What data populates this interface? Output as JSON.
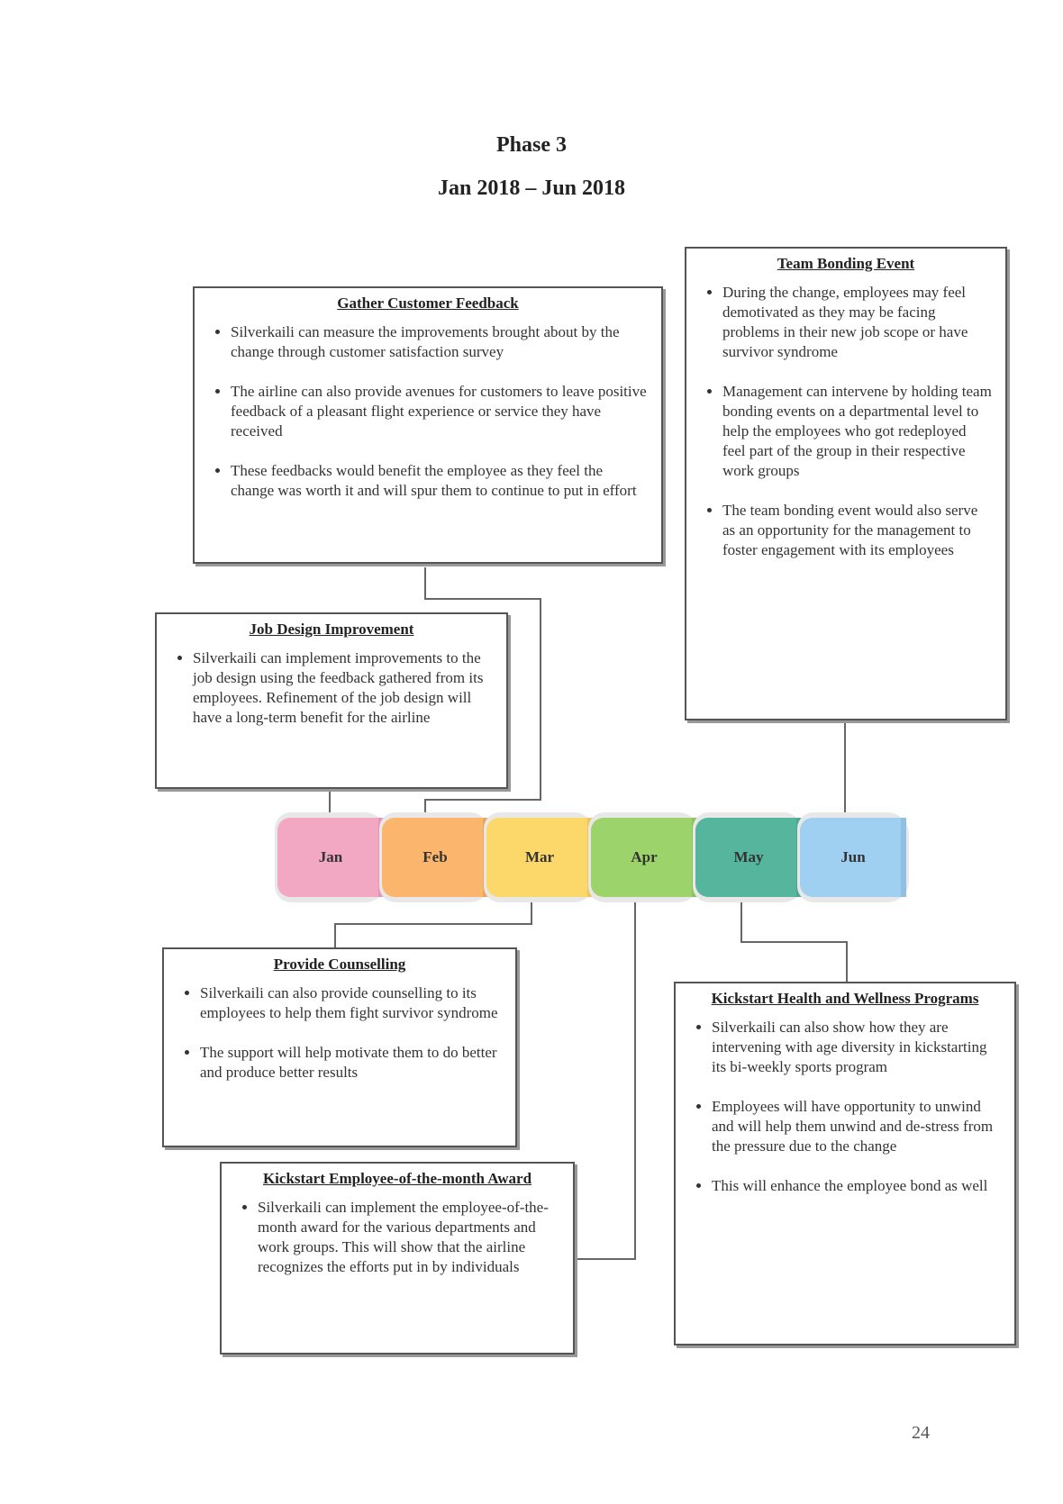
{
  "page": {
    "phase_title": "Phase 3",
    "period": "Jan 2018 – Jun 2018",
    "page_number": "24"
  },
  "timeline": {
    "months": [
      {
        "label": "Jan",
        "color": "#f2a7c3"
      },
      {
        "label": "Feb",
        "color": "#fbb56c"
      },
      {
        "label": "Mar",
        "color": "#fcd86a"
      },
      {
        "label": "Apr",
        "color": "#9dd36b"
      },
      {
        "label": "May",
        "color": "#56b69d"
      },
      {
        "label": "Jun",
        "color": "#9fd0f2"
      }
    ]
  },
  "boxes": {
    "customer_feedback": {
      "title": "Gather Customer Feedback",
      "bullets": [
        "Silverkaili can measure the improvements brought about by the change through customer satisfaction survey",
        "The airline can also provide avenues for customers to leave positive feedback of a pleasant flight experience or service they have received",
        "These feedbacks would benefit the employee as they feel the change was worth it and will spur them to continue to put in effort"
      ]
    },
    "team_bonding": {
      "title": "Team Bonding Event",
      "bullets": [
        "During the change, employees may feel demotivated as they may be facing problems in their new job scope or have survivor syndrome",
        "Management can intervene by holding team bonding events on a departmental level to help the employees who got redeployed feel part of the group in their respective work groups",
        "The team bonding event would also serve as an opportunity for the management to foster engagement with its employees"
      ]
    },
    "job_design": {
      "title": "Job Design Improvement",
      "bullets": [
        "Silverkaili can implement improvements to the job design using the feedback gathered from its employees. Refinement of the job design will have a long-term benefit for the airline"
      ]
    },
    "counselling": {
      "title": "Provide Counselling",
      "bullets": [
        "Silverkaili can also provide counselling to its employees to help them fight survivor syndrome",
        "The support will help motivate them to do better and produce better results"
      ]
    },
    "employee_award": {
      "title": "Kickstart Employee-of-the-month Award",
      "bullets": [
        "Silverkaili can implement the employee-of-the-month award for the various departments and work groups. This will show that the airline recognizes the efforts put in by individuals"
      ]
    },
    "health_wellness": {
      "title": "Kickstart Health and Wellness Programs",
      "bullets": [
        "Silverkaili can also show how they are intervening with age diversity in kickstarting its bi-weekly sports program",
        "Employees will have opportunity to unwind and will help them unwind and de-stress from the pressure due to the change",
        "This will enhance the employee bond as well"
      ]
    }
  }
}
